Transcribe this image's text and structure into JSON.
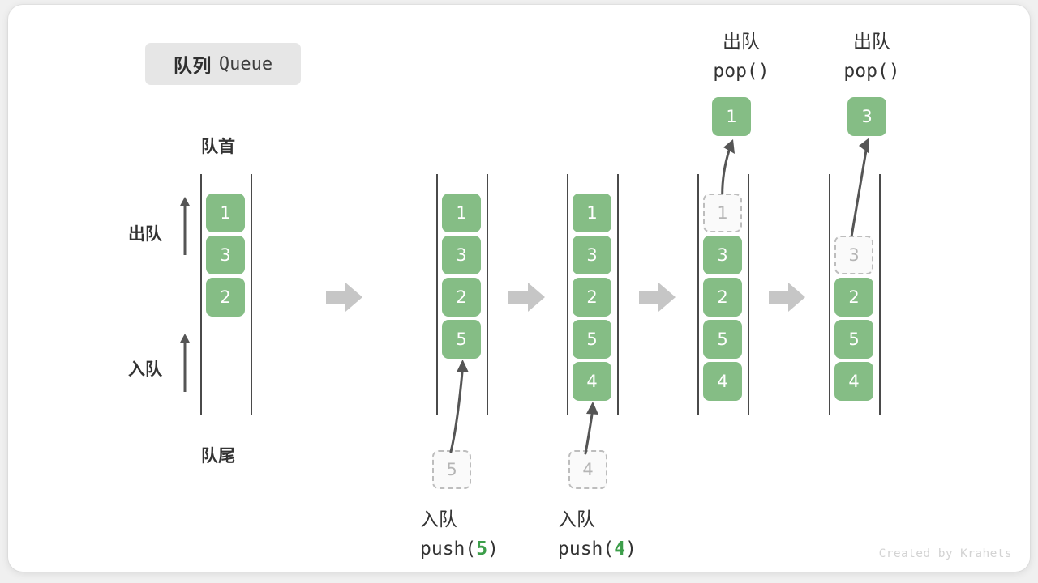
{
  "title": {
    "cn": "队列",
    "en": "Queue"
  },
  "labels": {
    "head": "队首",
    "tail": "队尾",
    "dequeue": "出队",
    "enqueue": "入队"
  },
  "credit": "Created by Krahets",
  "colors": {
    "cell_fill": "#85bd85",
    "cell_text": "#ffffff",
    "ghost_fill": "#fafafa",
    "ghost_border": "#bdbdbd",
    "ghost_text": "#b5b5b5",
    "rail": "#4a4a4a",
    "connector": "#c6c6c6",
    "text": "#333333",
    "accent_num": "#3c9e4a",
    "chip_bg": "#e6e6e6",
    "credit": "#d3d3d3"
  },
  "steps": [
    {
      "id": "initial",
      "caption_cn": "",
      "caption_code": "",
      "cells": [
        "1",
        "3",
        "2"
      ],
      "ghost_index": -1,
      "incoming": null,
      "popped": null,
      "pop_caption_cn": "",
      "pop_caption_code": ""
    },
    {
      "id": "push-5",
      "caption_cn": "入队",
      "caption_code": "push(5)",
      "caption_code_num": "5",
      "cells": [
        "1",
        "3",
        "2",
        "5"
      ],
      "ghost_index": -1,
      "incoming": "5",
      "popped": null,
      "pop_caption_cn": "",
      "pop_caption_code": ""
    },
    {
      "id": "push-4",
      "caption_cn": "入队",
      "caption_code": "push(4)",
      "caption_code_num": "4",
      "cells": [
        "1",
        "3",
        "2",
        "5",
        "4"
      ],
      "ghost_index": -1,
      "incoming": "4",
      "popped": null,
      "pop_caption_cn": "",
      "pop_caption_code": ""
    },
    {
      "id": "pop-1",
      "caption_cn": "",
      "caption_code": "",
      "cells": [
        "1",
        "3",
        "2",
        "5",
        "4"
      ],
      "ghost_index": 0,
      "incoming": null,
      "popped": "1",
      "pop_caption_cn": "出队",
      "pop_caption_code": "pop()"
    },
    {
      "id": "pop-3",
      "caption_cn": "",
      "caption_code": "",
      "cells": [
        "3",
        "2",
        "5",
        "4"
      ],
      "ghost_index": 0,
      "incoming": null,
      "popped": "3",
      "pop_caption_cn": "出队",
      "pop_caption_code": "pop()"
    }
  ],
  "connectors": [
    {
      "id": "conn-1"
    },
    {
      "id": "conn-2"
    },
    {
      "id": "conn-3"
    },
    {
      "id": "conn-4"
    }
  ]
}
